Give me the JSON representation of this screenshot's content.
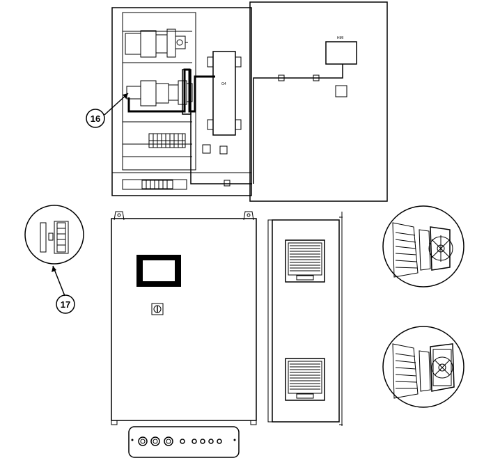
{
  "callouts": {
    "c16": "16",
    "c17": "17"
  },
  "labels": {
    "hmi": "HMI",
    "controller": "G4"
  },
  "icons": {
    "key_switch": "key-switch-icon",
    "fan": "fan-icon",
    "gland": "cable-gland-icon",
    "terminal": "terminal-block-icon"
  }
}
